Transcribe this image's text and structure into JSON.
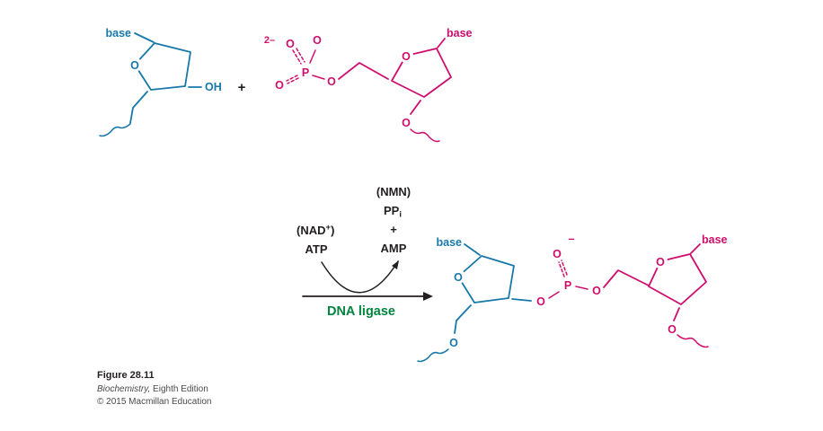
{
  "colors": {
    "blue": "#1778a9",
    "magenta": "#cf0d6d",
    "green": "#00843d",
    "ink": "#231f20"
  },
  "atoms": {
    "O": "O",
    "P": "P",
    "OH": "OH",
    "base": "base",
    "plus": "+",
    "charge_2minus": "2–",
    "charge_minus": "–"
  },
  "reaction": {
    "nmn": "(NMN)",
    "pp": "PP",
    "pp_sub": "i",
    "plus": "+",
    "amp": "AMP",
    "nad_pre": "(NAD",
    "nad_sup": "+",
    "nad_post": ")",
    "atp": "ATP",
    "enzyme": "DNA ligase"
  },
  "caption": {
    "figure": "Figure 28.11",
    "book_italic": "Biochemistry,",
    "book_rest": " Eighth Edition",
    "copyright": "© 2015 Macmillan Education"
  }
}
